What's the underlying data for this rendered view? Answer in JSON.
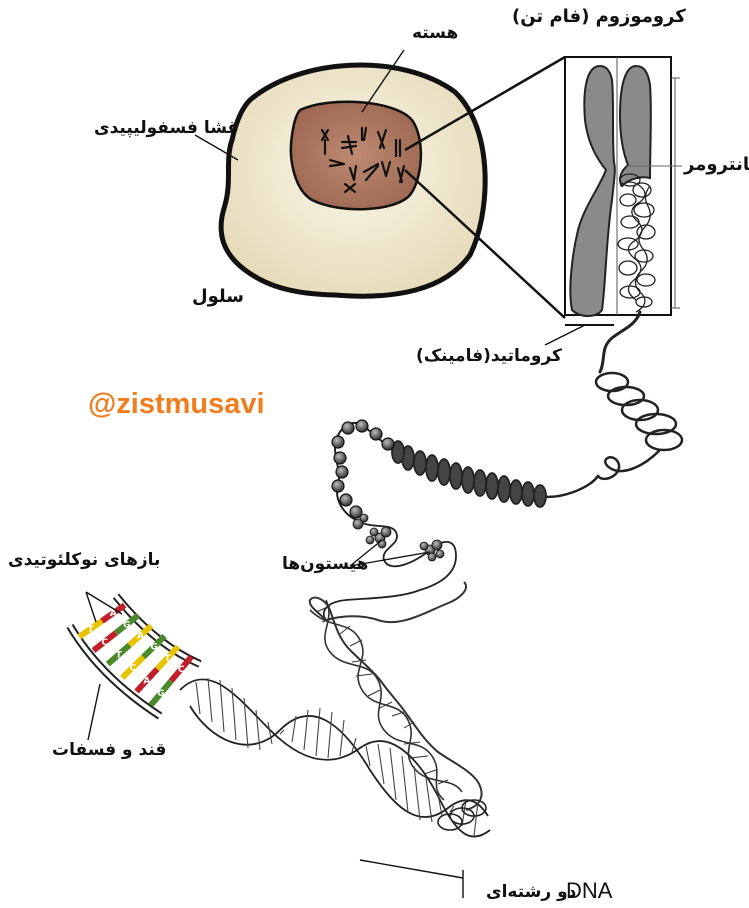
{
  "labels": {
    "nucleus": "هسته",
    "chromosome": "کروموزوم (فام تن)",
    "centromere": "سانترومر",
    "membrane": "غشا فسفولیپیدی",
    "cell": "سلول",
    "chromatid": "کروماتید(فامینک)",
    "histones": "هیستون‌ها",
    "nucleotide_bases": "بازهای نوکلئوتیدی",
    "sugar_phosphate": "قند و فسفات",
    "dna_double": "دو رشته‌ای",
    "dna": "DNA"
  },
  "watermark": "@zistmusavi",
  "base_letters": [
    "T",
    "A",
    "C",
    "G",
    "T",
    "A",
    "C",
    "G",
    "A",
    "T",
    "G",
    "C"
  ],
  "colors": {
    "cytoplasm": "#f2ead2",
    "nucleus": "#b07a64",
    "chromosome": "#808080",
    "watermark": "#f07d1e",
    "base_yellow": "#e8c400",
    "base_red": "#c0202a",
    "base_green": "#4a8a2a"
  }
}
